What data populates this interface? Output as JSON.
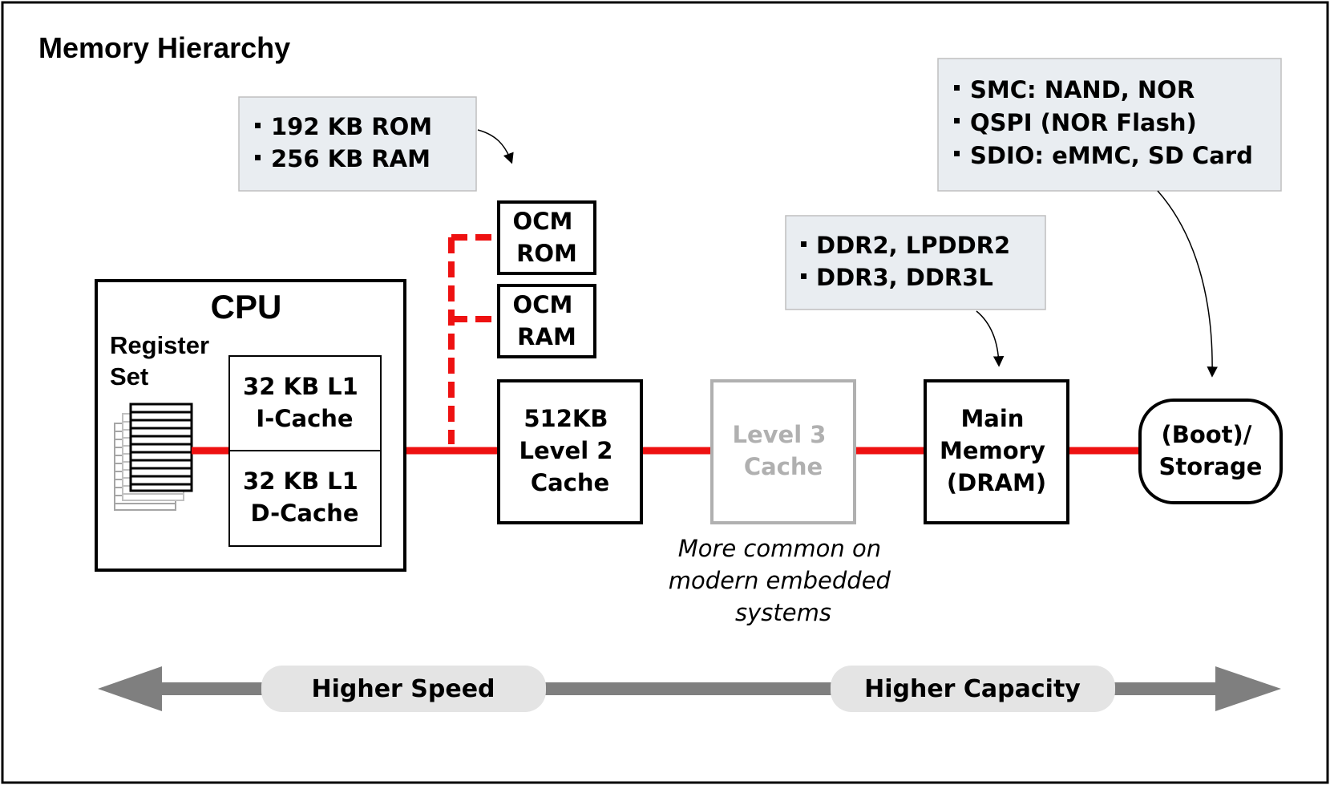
{
  "title": "Memory Hierarchy",
  "cpu": {
    "label": "CPU",
    "register_set": [
      "Register",
      "Set"
    ],
    "l1_icache": [
      "32 KB L1",
      "I-Cache"
    ],
    "l1_dcache": [
      "32 KB L1",
      "D-Cache"
    ]
  },
  "ocm_rom": [
    "OCM",
    "ROM"
  ],
  "ocm_ram": [
    "OCM",
    "RAM"
  ],
  "l2_cache": [
    "512KB",
    "Level 2",
    "Cache"
  ],
  "l3_cache": [
    "Level 3",
    "Cache"
  ],
  "l3_note": [
    "More common on",
    "modern embedded",
    "systems"
  ],
  "main_memory": [
    "Main",
    "Memory",
    "(DRAM)"
  ],
  "storage": [
    "(Boot)/",
    "Storage"
  ],
  "notes": {
    "ocm": [
      "192 KB ROM",
      "256 KB RAM"
    ],
    "ddr": [
      "DDR2, LPDDR2",
      "DDR3, DDR3L"
    ],
    "storage": [
      "SMC: NAND, NOR",
      "QSPI (NOR Flash)",
      "SDIO: eMMC, SD Card"
    ]
  },
  "axis": {
    "left_label": "Higher Speed",
    "right_label": "Higher Capacity"
  },
  "colors": {
    "bus": "#ee1111",
    "note_fill": "#e9edf1",
    "arrow": "#7f7f7f",
    "pill": "#e4e4e4",
    "l3_gray": "#b0b0b0"
  }
}
